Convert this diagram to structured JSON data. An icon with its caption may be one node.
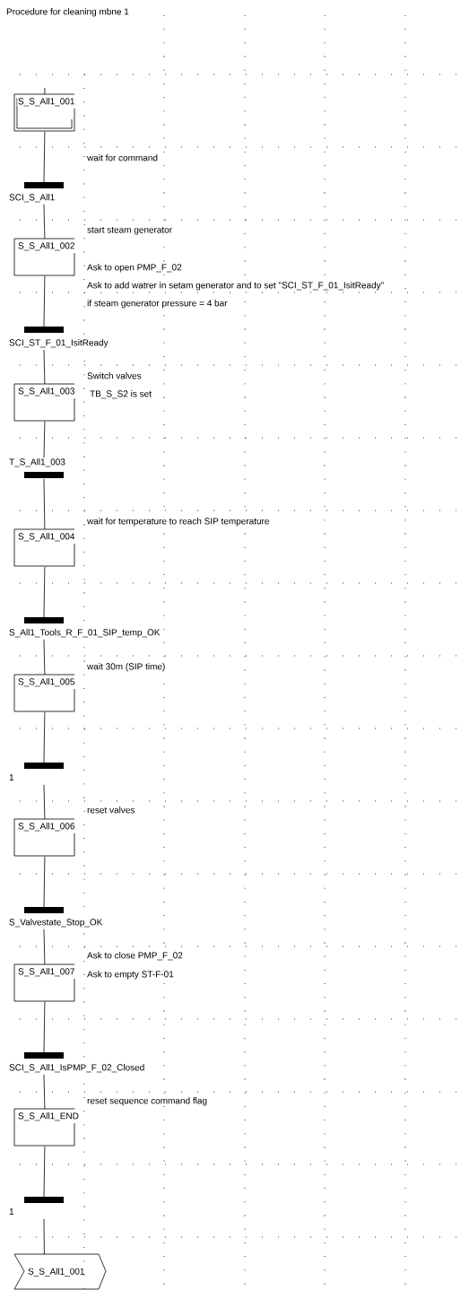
{
  "diagram": {
    "title": "Procedure for cleaning mbne 1",
    "nodes": [
      {
        "text": [
          "S_S_All1_001"
        ]
      },
      {
        "text": [
          "SCI_S_All1"
        ],
        "beside": [
          "wait for command"
        ]
      },
      {
        "text": [
          "S_S_All1_002"
        ],
        "beside": [
          "start steam generator",
          "Ask to open PMP_F_02",
          "Ask to add watrer in setam generator and to set \"SCI_ST_F_01_IsitReady\"",
          "if steam generator pressure = 4 bar"
        ]
      },
      {
        "text": [
          "SCI_ST_F_01_IsitReady"
        ]
      },
      {
        "text": [
          "S_S_All1_003"
        ],
        "beside": [
          "Switch valves",
          "TB_S_S2 is set"
        ]
      },
      {
        "text": [
          "T_S_All1_003"
        ]
      },
      {
        "text": [
          "S_S_All1_004"
        ],
        "beside": [
          "wait for temperature to reach SIP temperature"
        ]
      },
      {
        "text": [
          "S_All1_Tools_R_F_01_SIP_temp_OK"
        ]
      },
      {
        "text": [
          "S_S_All1_005"
        ],
        "beside": [
          "wait 30m (SIP time)"
        ]
      },
      {
        "text": [
          "1"
        ]
      },
      {
        "text": [
          "S_S_All1_006"
        ],
        "beside": [
          "reset valves"
        ]
      },
      {
        "text": [
          "S_Valvestate_Stop_OK"
        ]
      },
      {
        "text": [
          "S_S_All1_007"
        ],
        "beside": [
          "Ask to close PMP_F_02",
          "Ask to empty ST-F-01"
        ]
      },
      {
        "text": [
          "SCI_S_All1_IsPMP_F_02_Closed"
        ]
      },
      {
        "text": [
          "S_S_All1_END"
        ],
        "beside": [
          "reset sequence command flag"
        ]
      },
      {
        "text": [
          "1"
        ]
      },
      {
        "text": [
          "S_S_All1_001"
        ]
      }
    ],
    "edges": [
      {
        "from": null,
        "to": 0,
        "arrow": "none"
      },
      {
        "from": 0,
        "to": 1,
        "arrow": "none"
      },
      {
        "from": 1,
        "to": 2,
        "arrow": "none"
      },
      {
        "from": 2,
        "to": 3,
        "arrow": "none"
      },
      {
        "from": 3,
        "to": 4,
        "arrow": "none"
      },
      {
        "from": 4,
        "to": 5,
        "arrow": "none"
      },
      {
        "from": 5,
        "to": 6,
        "arrow": "none"
      },
      {
        "from": 6,
        "to": 7,
        "arrow": "none"
      },
      {
        "from": 7,
        "to": 8,
        "arrow": "none"
      },
      {
        "from": 8,
        "to": 9,
        "arrow": "none"
      },
      {
        "from": 9,
        "to": 10,
        "arrow": "none"
      },
      {
        "from": 10,
        "to": 11,
        "arrow": "none"
      },
      {
        "from": 11,
        "to": 12,
        "arrow": "none"
      },
      {
        "from": 12,
        "to": 13,
        "arrow": "none"
      },
      {
        "from": 13,
        "to": 14,
        "arrow": "none"
      },
      {
        "from": 14,
        "to": 15,
        "arrow": "none"
      },
      {
        "from": 15,
        "to": 16,
        "arrow": "none"
      }
    ]
  }
}
